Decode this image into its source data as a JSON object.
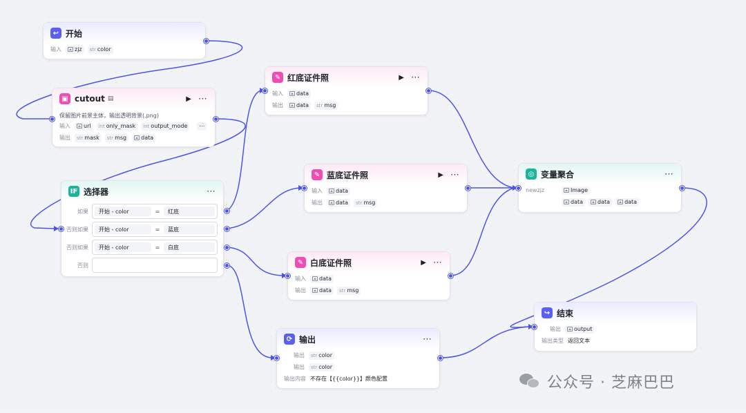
{
  "nodes": {
    "start": {
      "title": "开始",
      "input_label": "输入",
      "inputs": [
        {
          "type_icon": "image-icon",
          "name": "zjz"
        },
        {
          "type": "str",
          "name": "color"
        }
      ]
    },
    "cutout": {
      "title": "cutout",
      "description": "保留图片前景主体，输出透明背景(.png)",
      "input_label": "输入",
      "output_label": "输出",
      "inputs": [
        {
          "type_icon": "image-icon",
          "name": "url"
        },
        {
          "type": "int",
          "name": "only_mask"
        },
        {
          "type": "int",
          "name": "output_mode"
        }
      ],
      "outputs": [
        {
          "type": "str",
          "name": "mask"
        },
        {
          "type": "str",
          "name": "msg"
        },
        {
          "type_icon": "image-icon",
          "name": "data"
        }
      ]
    },
    "selector": {
      "title": "选择器",
      "conditions": [
        {
          "label": "如果",
          "left": "开始 - color",
          "op": "=",
          "right": "红底"
        },
        {
          "label": "否则如果",
          "left": "开始 - color",
          "op": "=",
          "right": "蓝底"
        },
        {
          "label": "否则如果",
          "left": "开始 - color",
          "op": "=",
          "right": "白底"
        },
        {
          "label": "否则",
          "left": "",
          "op": "",
          "right": ""
        }
      ]
    },
    "red": {
      "title": "红底证件照",
      "input_label": "输入",
      "output_label": "输出",
      "inputs": [
        {
          "type_icon": "image-icon",
          "name": "data"
        }
      ],
      "outputs": [
        {
          "type_icon": "image-icon",
          "name": "data"
        },
        {
          "type": "str",
          "name": "msg"
        }
      ]
    },
    "blue": {
      "title": "蓝底证件照",
      "input_label": "输入",
      "output_label": "输出",
      "inputs": [
        {
          "type_icon": "image-icon",
          "name": "data"
        }
      ],
      "outputs": [
        {
          "type_icon": "image-icon",
          "name": "data"
        },
        {
          "type": "str",
          "name": "msg"
        }
      ]
    },
    "white": {
      "title": "白底证件照",
      "input_label": "输入",
      "output_label": "输出",
      "inputs": [
        {
          "type_icon": "image-icon",
          "name": "data"
        }
      ],
      "outputs": [
        {
          "type_icon": "image-icon",
          "name": "data"
        },
        {
          "type": "str",
          "name": "msg"
        }
      ]
    },
    "aggregate": {
      "title": "变量聚合",
      "group_label": "newzjz",
      "result": {
        "type_icon": "image-icon",
        "name": "Image"
      },
      "items": [
        "data",
        "data",
        "data"
      ]
    },
    "output": {
      "title": "输出",
      "rows": [
        {
          "label": "输出",
          "type": "str",
          "name": "color"
        },
        {
          "label": "输出",
          "type": "str",
          "name": "color"
        }
      ],
      "content_label": "输出内容",
      "content": "不存在【{{color}}】颜色配置"
    },
    "end": {
      "title": "结束",
      "output_label": "输出",
      "output": {
        "type_icon": "image-icon",
        "name": "output"
      },
      "type_label": "输出类型",
      "type_value": "返回文本"
    }
  },
  "watermark": "公众号 · 芝麻巴巴",
  "colors": {
    "wire": "#4d53e8",
    "accent": "#5b5ff0",
    "pink": "#ec4fb3",
    "teal": "#1fb39a"
  }
}
